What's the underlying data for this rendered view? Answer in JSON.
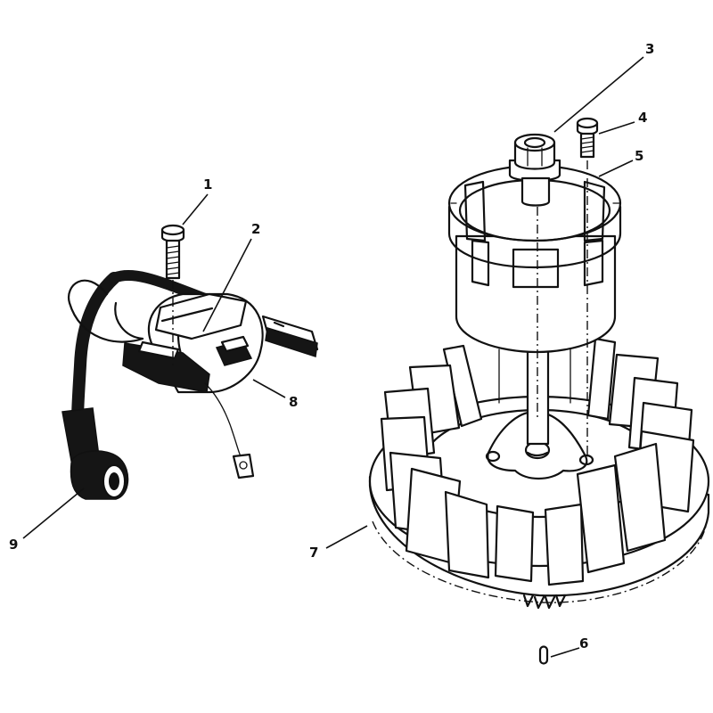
{
  "callouts": {
    "c1": "1",
    "c2": "2",
    "c3": "3",
    "c4": "4",
    "c5": "5",
    "c6": "6",
    "c7": "7",
    "c8": "8",
    "c9": "9"
  },
  "parts": [
    {
      "callout": "1",
      "icon": "ignition-module-mounting-bolt"
    },
    {
      "callout": "2",
      "icon": "ignition-module-spacer"
    },
    {
      "callout": "3",
      "icon": "flywheel-nut"
    },
    {
      "callout": "4",
      "icon": "starter-cup-screw"
    },
    {
      "callout": "5",
      "icon": "starter-cup"
    },
    {
      "callout": "6",
      "icon": "flywheel-key"
    },
    {
      "callout": "7",
      "icon": "flywheel"
    },
    {
      "callout": "8",
      "icon": "ignition-module"
    },
    {
      "callout": "9",
      "icon": "spark-plug-boot-lead"
    }
  ]
}
